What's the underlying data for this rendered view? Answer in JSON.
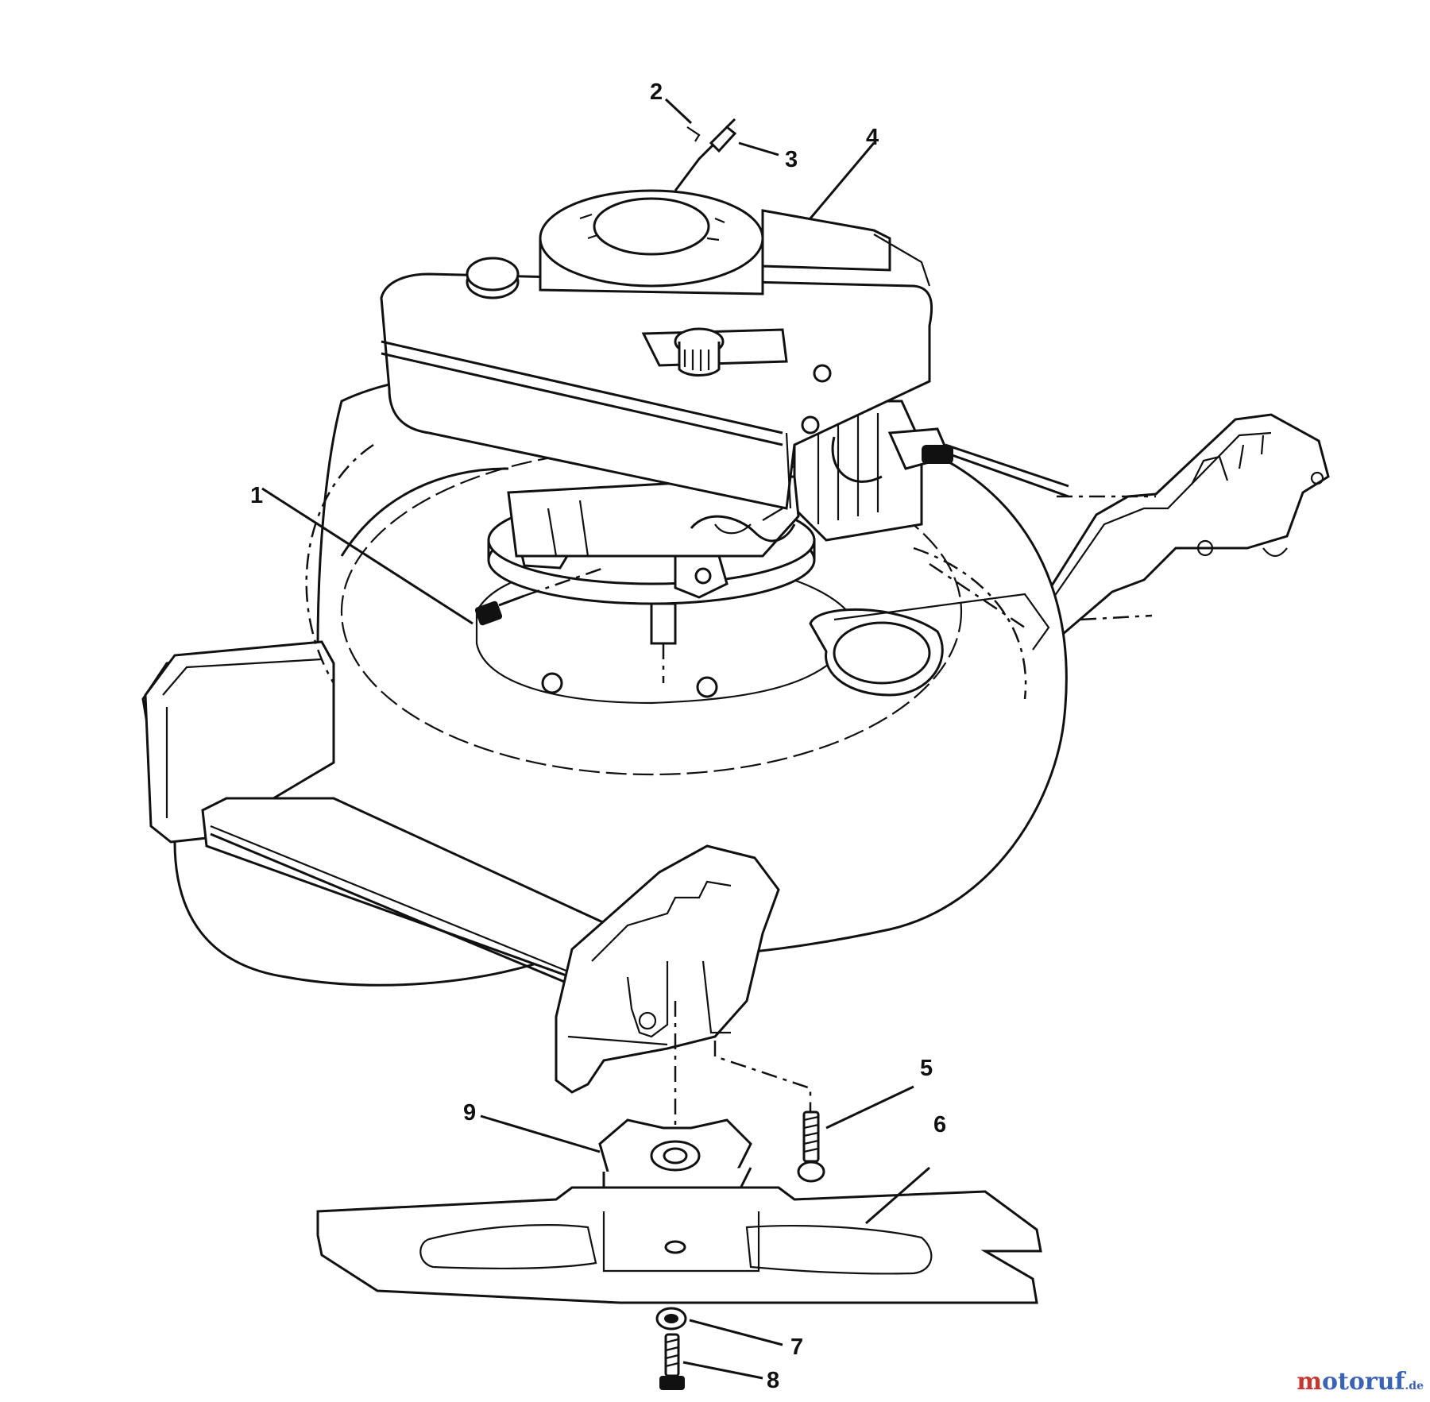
{
  "diagram": {
    "callouts": [
      "1",
      "2",
      "3",
      "4",
      "5",
      "6",
      "7",
      "8",
      "9"
    ]
  },
  "watermark": {
    "prefix": "m",
    "rest": "otoruf",
    "suffix": ".de"
  }
}
